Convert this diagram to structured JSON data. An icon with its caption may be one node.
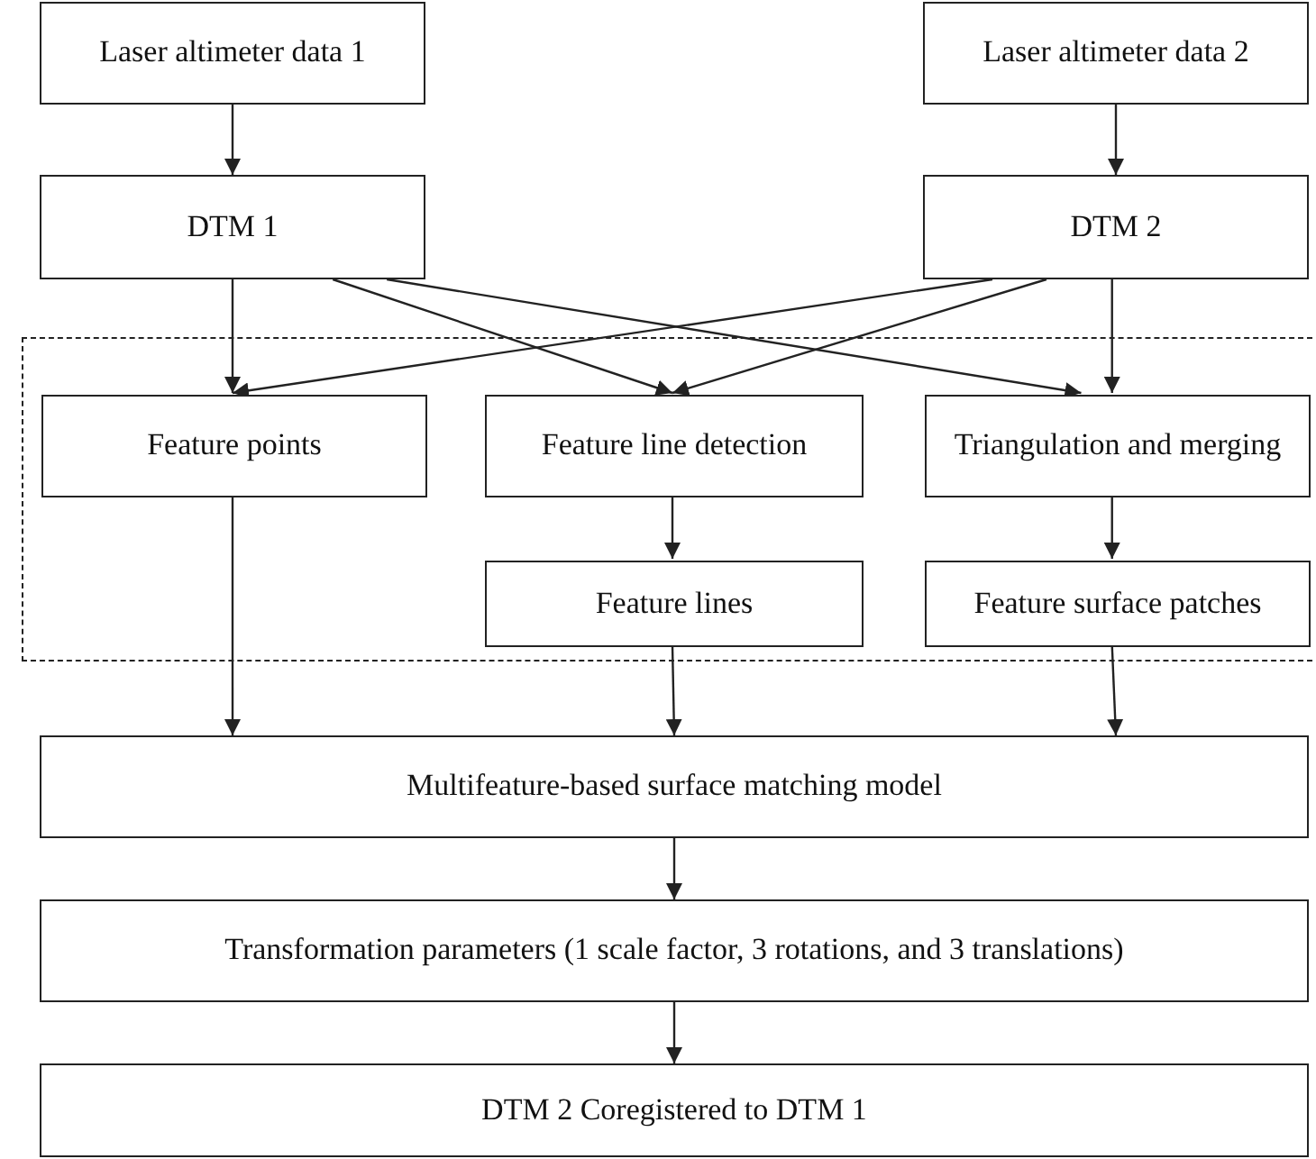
{
  "diagram": {
    "nodes": [
      {
        "text": [
          "Laser altimeter data 1"
        ]
      },
      {
        "text": [
          "Laser altimeter data 2"
        ]
      },
      {
        "text": [
          "DTM 1"
        ]
      },
      {
        "text": [
          "DTM 2"
        ]
      },
      {
        "text": [],
        "shape": "box"
      },
      {
        "text": [
          "Feature points"
        ],
        "in": 4
      },
      {
        "text": [
          "Feature line detection"
        ],
        "in": 4
      },
      {
        "text": [
          "Triangulation and merging"
        ],
        "in": 4
      },
      {
        "text": [
          "Feature lines"
        ],
        "in": 4
      },
      {
        "text": [
          "Feature surface patches"
        ],
        "in": 4
      },
      {
        "text": [
          "Multifeature-based surface matching model"
        ]
      },
      {
        "text": [
          "Transformation parameters (1 scale factor, 3 rotations, and 3 translations)"
        ]
      },
      {
        "text": [
          "DTM 2 Coregistered to DTM 1"
        ]
      }
    ],
    "edges": [
      {
        "from": 0,
        "to": 2,
        "arrow": "to"
      },
      {
        "from": 1,
        "to": 3,
        "arrow": "to"
      },
      {
        "from": 2,
        "to": 5,
        "arrow": "to"
      },
      {
        "from": 2,
        "to": 6,
        "arrow": "to"
      },
      {
        "from": 2,
        "to": 7,
        "arrow": "to"
      },
      {
        "from": 3,
        "to": 5,
        "arrow": "to"
      },
      {
        "from": 3,
        "to": 6,
        "arrow": "to"
      },
      {
        "from": 3,
        "to": 7,
        "arrow": "to"
      },
      {
        "from": 6,
        "to": 8,
        "arrow": "to"
      },
      {
        "from": 7,
        "to": 9,
        "arrow": "to"
      },
      {
        "from": 5,
        "to": 10,
        "arrow": "to"
      },
      {
        "from": 8,
        "to": 10,
        "arrow": "to"
      },
      {
        "from": 9,
        "to": 10,
        "arrow": "to"
      },
      {
        "from": 10,
        "to": 11,
        "arrow": "to"
      },
      {
        "from": 11,
        "to": 12,
        "arrow": "to"
      }
    ]
  }
}
